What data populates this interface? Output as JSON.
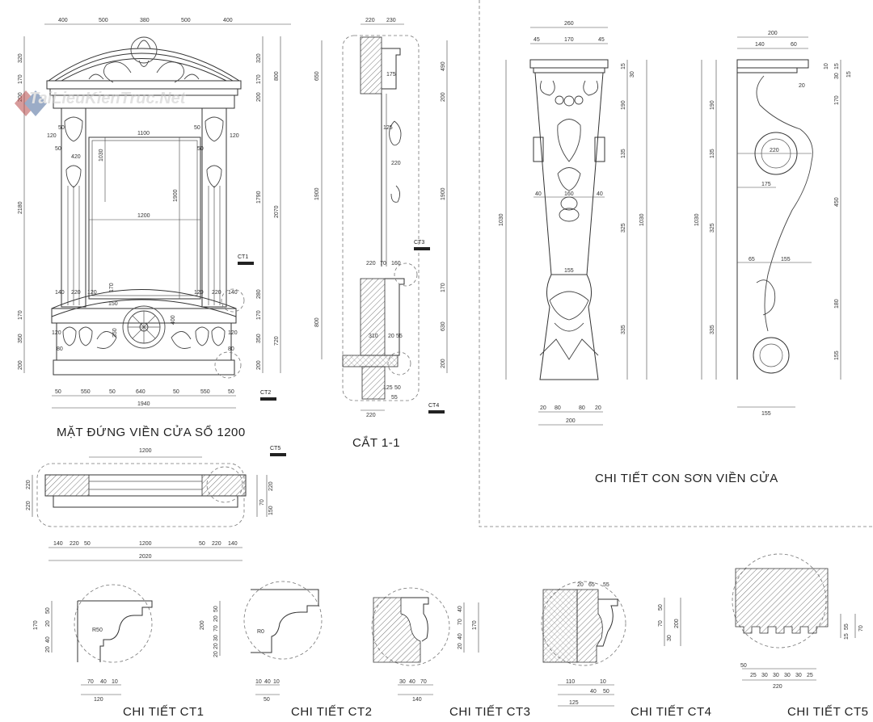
{
  "sheet": {
    "titles": {
      "elevation": "MẶT ĐỨNG VIỀN CỬA SỔ 1200",
      "section": "CẮT 1-1",
      "bracket": "CHI TIẾT CON SƠN VIỀN CỬA",
      "ct1": "CHI TIẾT CT1",
      "ct2": "CHI TIẾT CT2",
      "ct3": "CHI TIẾT CT3",
      "ct4": "CHI TIẾT CT4",
      "ct5": "CHI TIẾT CT5"
    },
    "watermark": "TaiLieuKienTruc.Net",
    "callouts": [
      "CT1",
      "CT2",
      "CT3",
      "CT4",
      "CT5"
    ],
    "elevation_dims": {
      "top": [
        "400",
        "500",
        "380",
        "500",
        "400"
      ],
      "left": [
        "320",
        "170",
        "200",
        "2180",
        "170",
        "350",
        "200"
      ],
      "right_a": [
        "320",
        "170",
        "200",
        "1790",
        "280",
        "170",
        "350",
        "200"
      ],
      "right_b": [
        "800",
        "2070",
        "720"
      ],
      "inner": [
        "1100",
        "1030",
        "1900",
        "1200",
        "420"
      ],
      "col_top": [
        "120",
        "50",
        "50",
        "120",
        "50",
        "50"
      ],
      "col_base": [
        "140",
        "220",
        "120",
        "170",
        "120",
        "220",
        "140"
      ],
      "bottom": [
        "50",
        "550",
        "50",
        "640",
        "50",
        "550",
        "50"
      ],
      "total": "1940",
      "small": [
        "120",
        "80",
        "80",
        "120",
        "350",
        "400",
        "150"
      ]
    },
    "section_dims": {
      "top": [
        "220",
        "230"
      ],
      "left": [
        "650",
        "1900",
        "800"
      ],
      "right": [
        "490",
        "200",
        "1900",
        "170",
        "630",
        "200"
      ],
      "mid": [
        "220",
        "70",
        "160",
        "310",
        "20",
        "55",
        "125",
        "50",
        "55",
        "175",
        "125",
        "220"
      ],
      "bottom": "220"
    },
    "plan_dims": {
      "top": "1200",
      "bottom": [
        "140",
        "220",
        "50",
        "1200",
        "50",
        "220",
        "140"
      ],
      "total": "2020",
      "left": [
        "220",
        "220"
      ],
      "right": [
        "220",
        "150",
        "70"
      ]
    },
    "bracket_front_dims": {
      "top": "260",
      "sub": [
        "45",
        "170",
        "45"
      ],
      "inner": [
        "40",
        "160",
        "40",
        "155"
      ],
      "bottom": [
        "20",
        "80",
        "80",
        "20"
      ],
      "total": "200",
      "left": "1030",
      "right": [
        "1030",
        "15",
        "30",
        "190",
        "135",
        "325",
        "335"
      ]
    },
    "bracket_side_dims": {
      "top": "200",
      "sub": [
        "140",
        "60"
      ],
      "inner": [
        "220",
        "175",
        "65",
        "155",
        "20"
      ],
      "left": [
        "1030",
        "190",
        "135",
        "325",
        "335"
      ],
      "right": [
        "15",
        "30",
        "170",
        "450",
        "180",
        "155",
        "10",
        "15"
      ],
      "bottom": "155"
    },
    "ct1_dims": {
      "left": [
        "170",
        "50",
        "20",
        "40",
        "20"
      ],
      "bottom": [
        "70",
        "40",
        "10",
        "120"
      ],
      "r": "R50"
    },
    "ct2_dims": {
      "left": [
        "200",
        "50",
        "20",
        "70",
        "30",
        "20",
        "20"
      ],
      "bottom": [
        "10",
        "40",
        "10",
        "50"
      ],
      "r": "R0"
    },
    "ct3_dims": {
      "right": [
        "40",
        "70",
        "40",
        "20",
        "170"
      ],
      "bottom": [
        "30",
        "40",
        "70",
        "140"
      ]
    },
    "ct4_dims": {
      "top": [
        "20",
        "65",
        "55"
      ],
      "right": [
        "50",
        "70",
        "30",
        "200"
      ],
      "bottom": [
        "110",
        "40",
        "10",
        "50",
        "125"
      ]
    },
    "ct5_dims": {
      "right": [
        "55",
        "15",
        "70"
      ],
      "bottom": [
        "50",
        "25",
        "30",
        "30",
        "30",
        "30",
        "25",
        "220"
      ]
    }
  }
}
